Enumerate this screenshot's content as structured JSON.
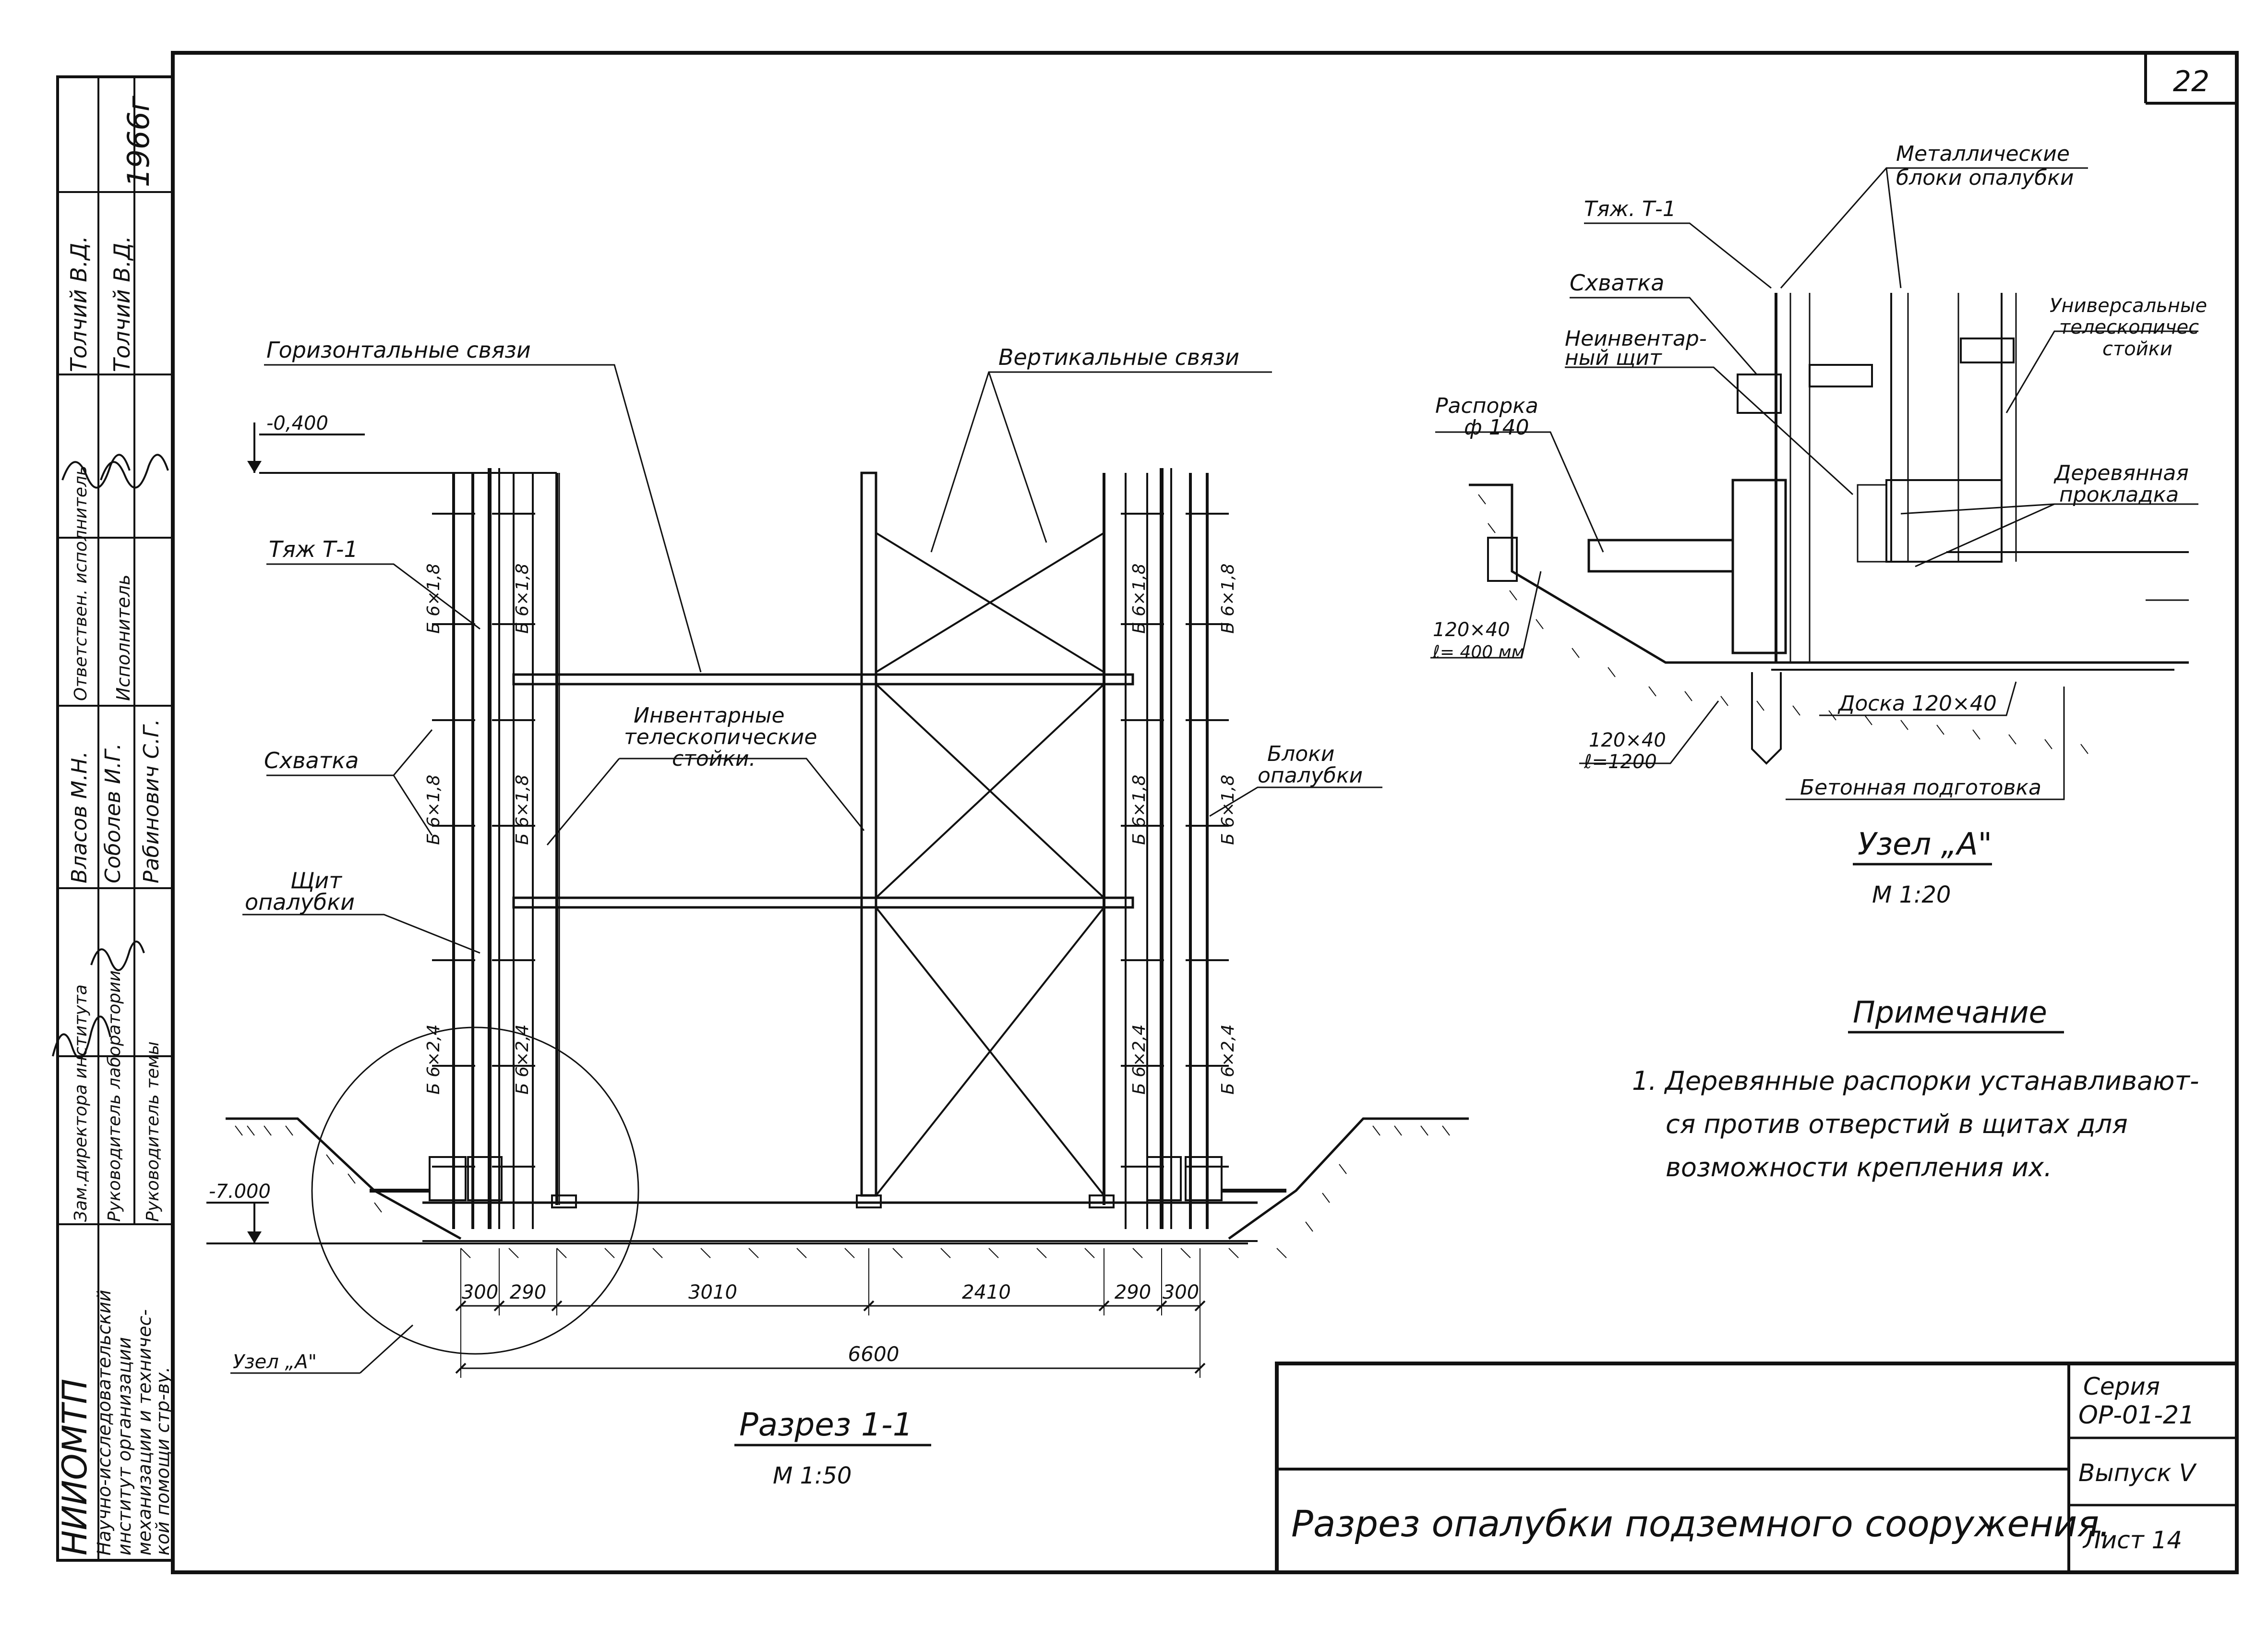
{
  "sheet": {
    "page_number": "22",
    "year": "1966г"
  },
  "side_block": {
    "org_abbr": "НИИОМТП",
    "org_line1": "Научно-исследовательский",
    "org_line2": "институт организации",
    "org_line3": "механизации и техничес-",
    "org_line4": "кой помощи стр-ву.",
    "rows": [
      {
        "role": "Зам.директора института",
        "name": "Власов М.Н."
      },
      {
        "role": "Руководитель лаборатории",
        "name": "Соболев И.Г."
      },
      {
        "role": "Руководитель темы",
        "name": "Рабинович С.Г."
      },
      {
        "role": "Ответствен. исполнитель",
        "name": "Толчий В.Д."
      },
      {
        "role": "Исполнитель",
        "name": "Толчий В.Д."
      }
    ]
  },
  "section": {
    "labels": {
      "horizontal_ties": "Горизонтальные связи",
      "vertical_ties": "Вертикальные связи",
      "tie_rod": "Тяж Т-1",
      "clamp": "Схватка",
      "shield_line1": "Щит",
      "shield_line2": "опалубки",
      "props_line1": "Инвентарные",
      "props_line2": "телескопические",
      "props_line3": "стойки.",
      "blocks_line1": "Блоки",
      "blocks_line2": "опалубки",
      "node_ref": "Узел „А\"",
      "block_18": "Б 6×1,8",
      "block_24": "Б 6×2,4"
    },
    "elevations": {
      "top": "-0,400",
      "bottom": "-7.000"
    },
    "dimensions": {
      "d1": "300",
      "d2": "290",
      "d3": "3010",
      "d4": "2410",
      "d5": "290",
      "d6": "300",
      "total": "6600"
    },
    "title": "Разрез 1-1",
    "scale": "М 1:50"
  },
  "node": {
    "labels": {
      "tie_rod": "Тяж. Т-1",
      "clamp": "Схватка",
      "noninv_line1": "Неинвентар-",
      "noninv_line2": "ный щит",
      "strut_line1": "Распорка",
      "strut_line2": "ф 140",
      "metal_line1": "Металлические",
      "metal_line2": "блоки опалубки",
      "univ_line1": "Универсальные",
      "univ_line2": "телескопичес",
      "univ_line3": "стойки",
      "wood_line1": "Деревянная",
      "wood_line2": "прокладка",
      "bar1_line1": "120×40",
      "bar1_line2": "ℓ= 400 мм",
      "bar2_line1": "120×40",
      "bar2_line2": "ℓ=1200",
      "board": "Доска 120×40",
      "concrete": "Бетонная подготовка"
    },
    "title": "Узел „А\"",
    "scale": "М 1:20"
  },
  "note": {
    "heading": "Примечание",
    "line1": "1. Деревянные  распорки  устанавливают-",
    "line2": "ся  против  отверстий  в  щитах  для",
    "line3": "возможности  крепления  их."
  },
  "title_block": {
    "drawing_title": "Разрез опалубки подземного сооружения.",
    "series_label": "Серия",
    "series_value": "ОР-01-21",
    "issue": "Выпуск V",
    "sheet": "Лист 14"
  }
}
